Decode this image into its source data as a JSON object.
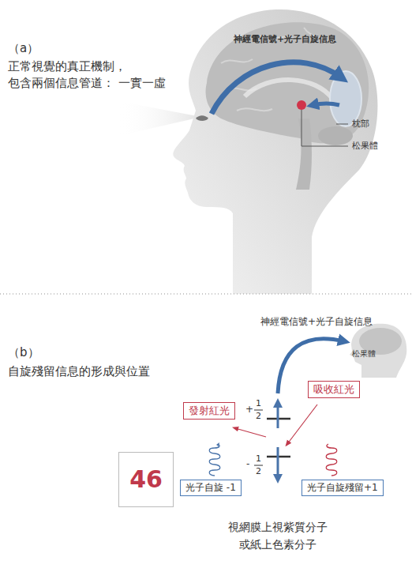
{
  "diagram": {
    "nodes": [
      {
        "text": [
          "吸收紅光"
        ]
      },
      {
        "text": [
          "發射紅光"
        ]
      },
      {
        "text": [
          "46"
        ]
      },
      {
        "text": [
          "光子自旋 -1"
        ]
      },
      {
        "text": [
          "光子自旋殘留+1"
        ]
      }
    ],
    "labels": [
      "（a）",
      "正常視覺的真正機制， 包含兩個信息管道： 一實一虛",
      "神經電信號+光子自旋信息",
      "枕部",
      "松果體",
      "（b）",
      "自旋殘留信息的形成與位置",
      "神經電信號+光子自旋信息",
      "松果體",
      "+",
      "1",
      "2",
      "-",
      "1",
      "2",
      "視網膜上視紫質分子 或紙上色素分子"
    ]
  }
}
